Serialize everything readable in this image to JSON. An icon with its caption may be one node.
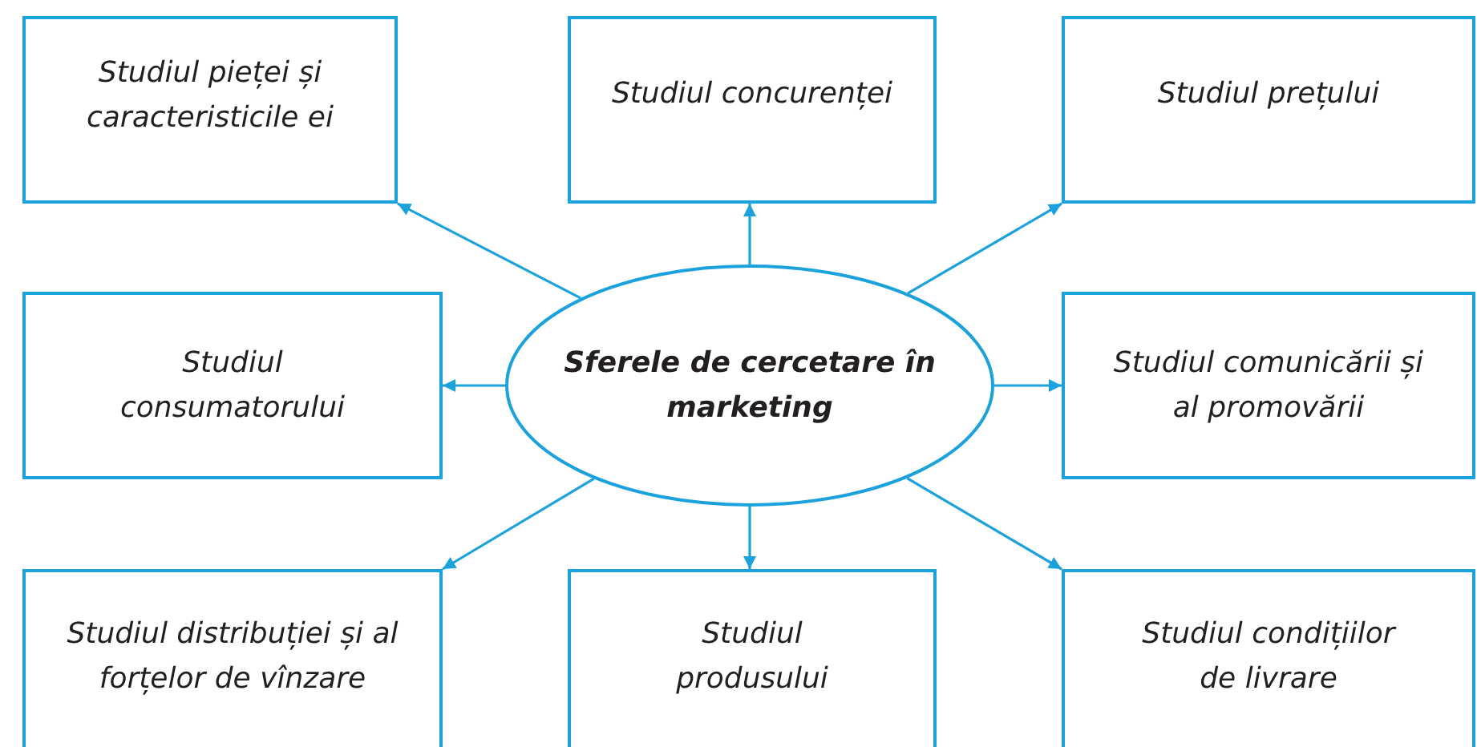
{
  "diagram": {
    "nodes": [
      {
        "text": [
          "Studiul pieței și caracteristicile ei"
        ]
      },
      {
        "text": [
          "Studiul concurenței"
        ]
      },
      {
        "text": [
          "Studiul prețului"
        ]
      },
      {
        "text": [
          "Studiul consumatorului"
        ]
      },
      {
        "text": [
          "Sferele de cercetare în marketing"
        ]
      },
      {
        "text": [
          "Studiul comunicării și al promovării"
        ]
      },
      {
        "text": [
          "Studiul distribuției și al forțelor de vînzare"
        ]
      },
      {
        "text": [
          "Studiul produsului"
        ]
      },
      {
        "text": [
          "Studiul condițiilor de livrare"
        ]
      }
    ],
    "edges": [
      {
        "from": 4,
        "to": 0,
        "arrow": "to"
      },
      {
        "from": 4,
        "to": 1,
        "arrow": "to"
      },
      {
        "from": 4,
        "to": 2,
        "arrow": "to"
      },
      {
        "from": 4,
        "to": 3,
        "arrow": "to"
      },
      {
        "from": 4,
        "to": 5,
        "arrow": "to"
      },
      {
        "from": 4,
        "to": 6,
        "arrow": "to"
      },
      {
        "from": 4,
        "to": 7,
        "arrow": "to"
      },
      {
        "from": 4,
        "to": 8,
        "arrow": "to"
      }
    ]
  }
}
